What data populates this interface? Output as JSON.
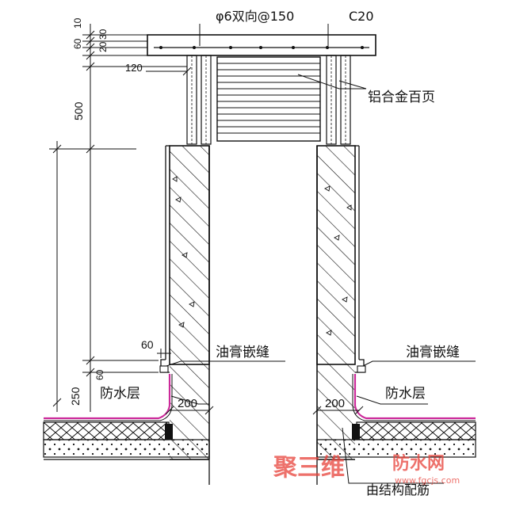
{
  "labels": {
    "rebar": "φ6双向@150",
    "concrete": "C20",
    "louver": "铝合金百页",
    "sealant_left": "油膏嵌缝",
    "sealant_right": "油膏嵌缝",
    "waterproof_left": "防水层",
    "waterproof_right": "防水层",
    "structural_rebar": "由结构配筋"
  },
  "dimensions": {
    "d10": "10",
    "d60_top": "60",
    "d30": "30",
    "d20": "20",
    "d120": "120",
    "d500": "500",
    "d60_ledge": "60",
    "d60_vert": "60",
    "d250": "250",
    "d200_left": "200",
    "d200_right": "200"
  },
  "watermark": {
    "main": "聚三维",
    "sub": "防水网",
    "url": "www.fgcjs.com"
  },
  "colors": {
    "line": "#111111",
    "waterproof": "#cc2a9a",
    "watermark": "#e8423a"
  }
}
